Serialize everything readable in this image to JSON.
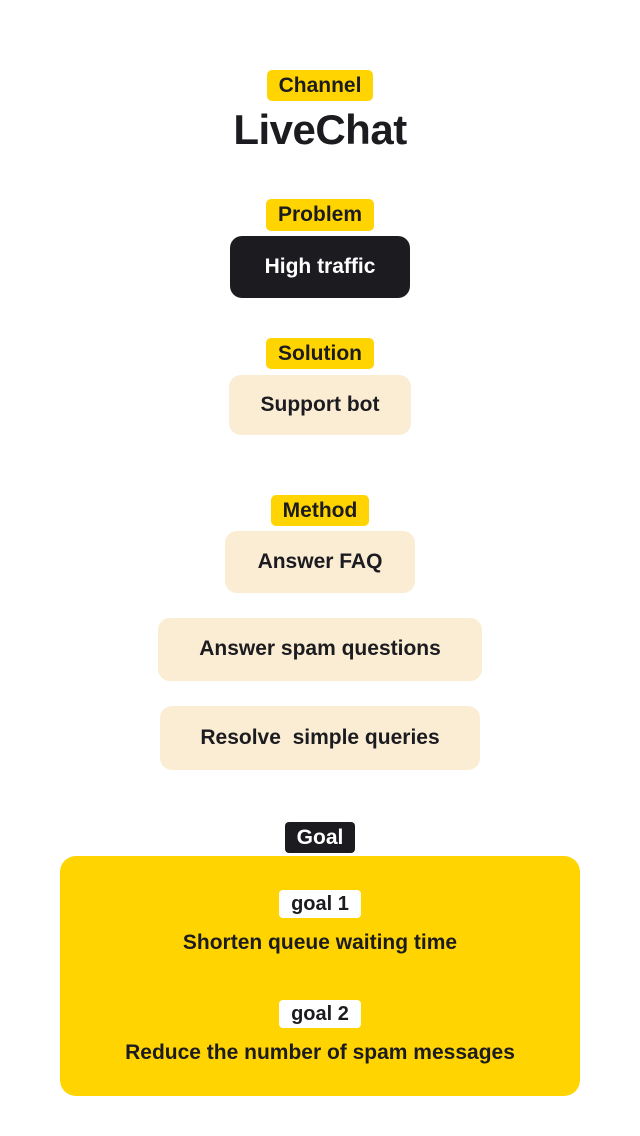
{
  "colors": {
    "yellow": "#FFD400",
    "dark": "#1B1B20",
    "cream": "#FAEDD3",
    "white": "#FFFFFF"
  },
  "sections": {
    "channel": {
      "label": "Channel",
      "title": "LiveChat"
    },
    "problem": {
      "label": "Problem",
      "card": "High traffic"
    },
    "solution": {
      "label": "Solution",
      "card": "Support bot"
    },
    "method": {
      "label": "Method",
      "cards": [
        "Answer FAQ",
        "Answer spam questions",
        "Resolve  simple queries"
      ]
    },
    "goal": {
      "label": "Goal",
      "items": [
        {
          "badge": "goal 1",
          "text": "Shorten queue waiting time"
        },
        {
          "badge": "goal 2",
          "text": "Reduce the number of spam messages"
        }
      ]
    }
  }
}
